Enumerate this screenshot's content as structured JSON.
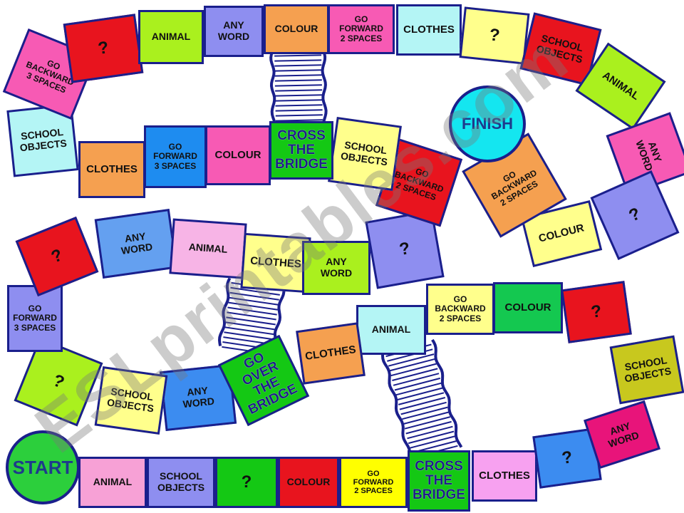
{
  "watermark": "ESLprintables.com",
  "start_label": "START",
  "finish_label": "FINISH",
  "bridges": [
    "CROSS\nTHE\nBRIDGE",
    "GO OVER\nTHE\nBRIDGE",
    "CROSS\nTHE\nBRIDGE"
  ],
  "squares": [
    {
      "label": "ANIMAL",
      "color": "#f7a1d6"
    },
    {
      "label": "SCHOOL\nOBJECTS",
      "color": "#8e8ef0"
    },
    {
      "label": "?",
      "color": "#14c814"
    },
    {
      "label": "COLOUR",
      "color": "#e8141e"
    },
    {
      "label": "GO\nFORWARD\n2 SPACES",
      "color": "#ffff00"
    },
    {
      "label": "CLOTHES",
      "color": "#f7a1f0"
    },
    {
      "label": "?",
      "color": "#3c8cf0"
    },
    {
      "label": "ANY\nWORD",
      "color": "#e8147a"
    },
    {
      "label": "SCHOOL\nOBJECTS",
      "color": "#c8c81e"
    },
    {
      "label": "?",
      "color": "#e8141e"
    },
    {
      "label": "COLOUR",
      "color": "#14c850"
    },
    {
      "label": "GO\nBACKWARD\n2 SPACES",
      "color": "#ffff8c"
    },
    {
      "label": "ANIMAL",
      "color": "#b4f5f5"
    },
    {
      "label": "CLOTHES",
      "color": "#f5a050"
    },
    {
      "label": "ANY\nWORD",
      "color": "#3c8cf0"
    },
    {
      "label": "SCHOOL\nOBJECTS",
      "color": "#ffff8c"
    },
    {
      "label": "?",
      "color": "#aaf01e"
    },
    {
      "label": "GO\nFORWARD\n3 SPACES",
      "color": "#8e8ef0"
    },
    {
      "label": "?",
      "color": "#e8141e"
    },
    {
      "label": "ANY\nWORD",
      "color": "#64a0f0"
    },
    {
      "label": "ANIMAL",
      "color": "#f7b4e6"
    },
    {
      "label": "CLOTHES",
      "color": "#ffff8c"
    },
    {
      "label": "ANY\nWORD",
      "color": "#aaf01e"
    },
    {
      "label": "?",
      "color": "#8e8ef0"
    },
    {
      "label": "GO\nBACKWARD\n2 SPACES",
      "color": "#e8141e"
    },
    {
      "label": "SCHOOL\nOBJECTS",
      "color": "#ffff8c"
    },
    {
      "label": "COLOUR",
      "color": "#f75ab4"
    },
    {
      "label": "GO\nFORWARD\n3 SPACES",
      "color": "#1e8cf0"
    },
    {
      "label": "CLOTHES",
      "color": "#f5a050"
    },
    {
      "label": "SCHOOL\nOBJECTS",
      "color": "#b4f5f5"
    },
    {
      "label": "GO\nBACKWARD\n3 SPACES",
      "color": "#f75ab4"
    },
    {
      "label": "?",
      "color": "#e8141e"
    },
    {
      "label": "ANIMAL",
      "color": "#aaf01e"
    },
    {
      "label": "ANY\nWORD",
      "color": "#8e8ef0"
    },
    {
      "label": "COLOUR",
      "color": "#f5a050"
    },
    {
      "label": "GO\nFORWARD\n2 SPACES",
      "color": "#f75ab4"
    },
    {
      "label": "CLOTHES",
      "color": "#b4f5f5"
    },
    {
      "label": "?",
      "color": "#ffff8c"
    },
    {
      "label": "SCHOOL\nOBJECTS",
      "color": "#e8141e"
    },
    {
      "label": "ANIMAL",
      "color": "#aaf01e"
    },
    {
      "label": "ANY\nWORD",
      "color": "#f75ab4"
    },
    {
      "label": "?",
      "color": "#8e8ef0"
    },
    {
      "label": "COLOUR",
      "color": "#ffff8c"
    },
    {
      "label": "GO\nBACKWARD\n2 SPACES",
      "color": "#f5a050"
    }
  ]
}
